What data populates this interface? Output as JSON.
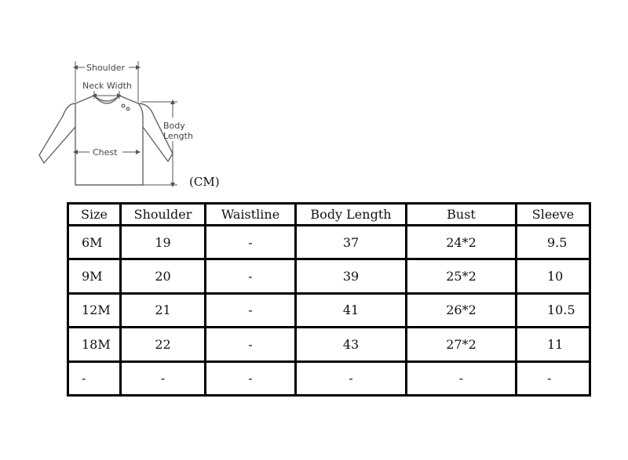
{
  "diagram": {
    "labels": {
      "shoulder": "Shoulder",
      "neck_width": "Neck Width",
      "body_length_1": "Body",
      "body_length_2": "Length",
      "chest": "Chest"
    },
    "line_color": "#555555"
  },
  "unit_label": "(CM)",
  "table": {
    "headers": [
      "Size",
      "Shoulder",
      "Waistline",
      "Body Length",
      "Bust",
      "Sleeve"
    ],
    "rows": [
      [
        "6M",
        "19",
        "-",
        "37",
        "24*2",
        "9.5"
      ],
      [
        "9M",
        "20",
        "-",
        "39",
        "25*2",
        "10"
      ],
      [
        "12M",
        "21",
        "-",
        "41",
        "26*2",
        "10.5"
      ],
      [
        "18M",
        "22",
        "-",
        "43",
        "27*2",
        "11"
      ],
      [
        "-",
        "-",
        "-",
        "-",
        "-",
        "-"
      ]
    ]
  }
}
